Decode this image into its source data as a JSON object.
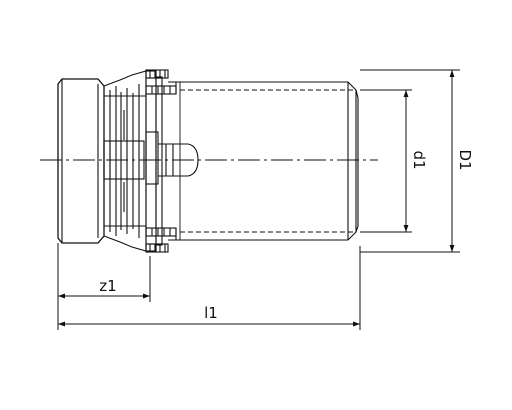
{
  "dimensions": {
    "d1": "d1",
    "D1": "D1",
    "z1": "z1",
    "l1": "l1"
  },
  "colors": {
    "line": "#111111",
    "background": "#ffffff"
  }
}
